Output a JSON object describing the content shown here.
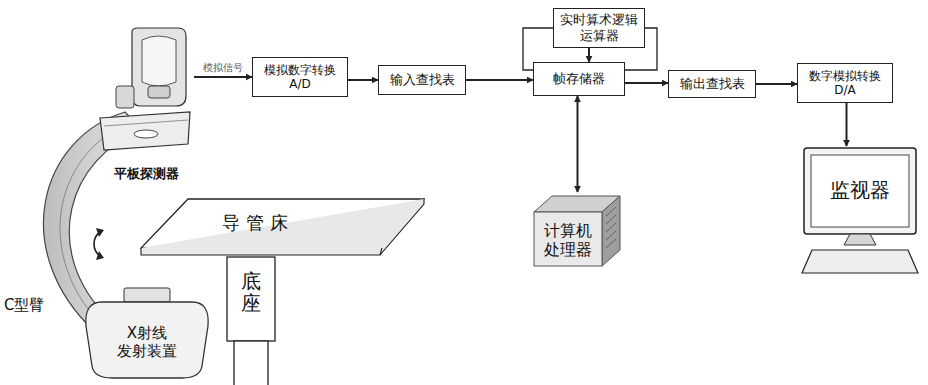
{
  "diagram": {
    "nodes": [
      {
        "text": [
          "平板探测器"
        ]
      },
      {
        "text": [
          "模拟数字转换 A/D"
        ]
      },
      {
        "text": [
          "输入查找表"
        ]
      },
      {
        "text": [
          "实时算术逻辑运算器"
        ]
      },
      {
        "text": [
          "帧存储器"
        ]
      },
      {
        "text": [
          "输出查找表"
        ]
      },
      {
        "text": [
          "数字模拟转换 D/A"
        ]
      },
      {
        "text": [
          "计算机 处理器"
        ]
      },
      {
        "text": [
          "监视器"
        ]
      },
      {
        "text": [
          "导管床"
        ]
      },
      {
        "text": [
          "底座"
        ]
      },
      {
        "text": [
          "X射线 发射装置"
        ]
      }
    ],
    "edges": [
      {
        "from": 0,
        "to": 1,
        "arrow": "to",
        "label": "模拟信号"
      },
      {
        "from": 1,
        "to": 2,
        "arrow": "to"
      },
      {
        "from": 2,
        "to": 4,
        "arrow": "to"
      },
      {
        "from": 3,
        "to": 4,
        "arrow": "to"
      },
      {
        "from": 4,
        "to": 3,
        "arrow": "none"
      },
      {
        "from": 3,
        "to": 4,
        "arrow": "none"
      },
      {
        "from": 4,
        "to": 7,
        "arrow": "both"
      },
      {
        "from": 4,
        "to": 5,
        "arrow": "to"
      },
      {
        "from": 5,
        "to": 6,
        "arrow": "to"
      },
      {
        "from": 6,
        "to": 8,
        "arrow": "to"
      }
    ],
    "labels": [
      "C型臂"
    ]
  }
}
